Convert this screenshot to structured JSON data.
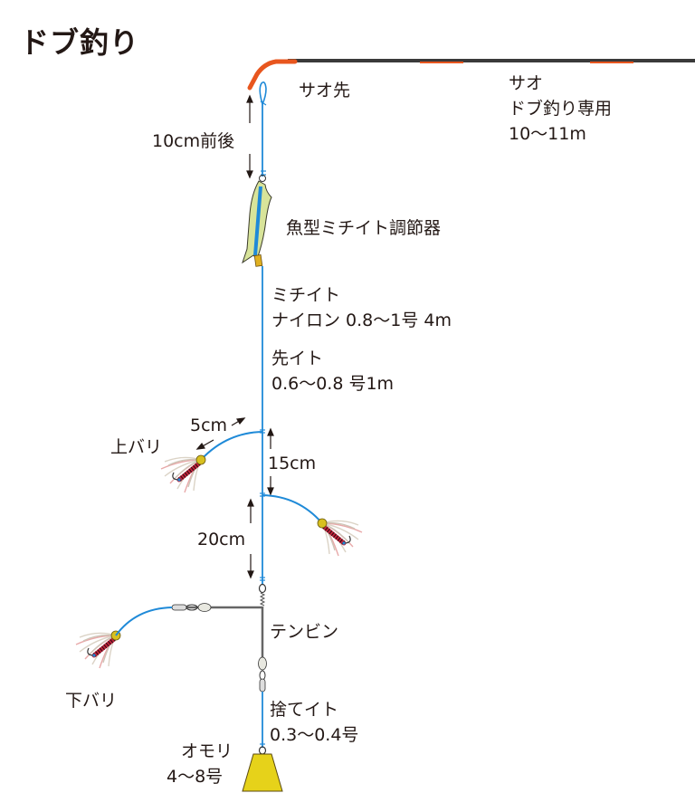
{
  "title": "ドブ釣り",
  "labels": {
    "rod_tip": "サオ先",
    "rod": [
      "サオ",
      "ドブ釣り専用",
      "10〜11m"
    ],
    "tip_distance": "10cm前後",
    "adjuster": "魚型ミチイト調節器",
    "main_line": [
      "ミチイト",
      "ナイロン 0.8〜1号 4m"
    ],
    "leader": [
      "先イト",
      "0.6〜0.8 号1m"
    ],
    "branch_length": "5cm",
    "upper_hook": "上バリ",
    "hook_spacing": "15cm",
    "lower_spacing": "20cm",
    "tenbin": "テンビン",
    "lower_hook": "下バリ",
    "sute_ito": [
      "捨てイト",
      "0.3〜0.4号"
    ],
    "sinker": [
      "オモリ",
      "4〜8号"
    ]
  },
  "colors": {
    "line": "#1f8ad8",
    "rod_tip": "#e8561e",
    "rod": "#3a3a3a",
    "fish": "#d8e49a",
    "sinker": "#e6d21a",
    "bead": "#d8c020",
    "lure_body": "#c0223a"
  }
}
